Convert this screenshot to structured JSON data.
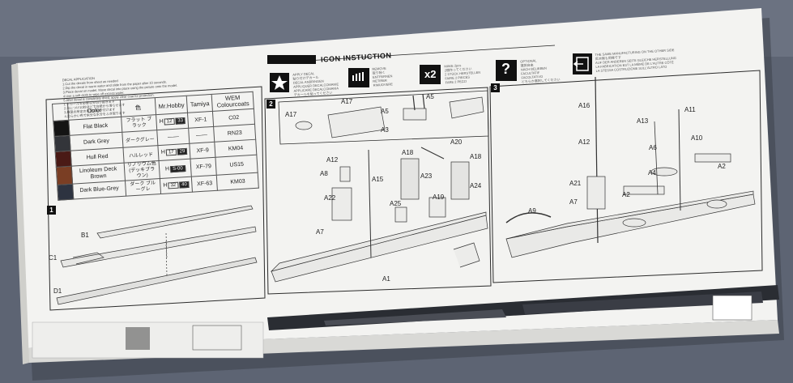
{
  "icon_header": "ICON INSTUCTION",
  "icons": [
    {
      "name": "star-icon",
      "text": "APPLY DECAL\n貼り付けデカール\nDECAL ANBRINGEN\nAPPLIQUER DECALCOMANIE\nAPPLICARE DECALCOMANIA\nデカールを貼ってください"
    },
    {
      "name": "remove-icon",
      "text": "REMOVE\n取り除く\nENTFERNEN\nRETIRER\nRIMUOVERE"
    },
    {
      "name": "x2-icon",
      "label": "x2",
      "text": "MAKE 2pcs\n2個作ってください\n2 STÜCK HERSTELLEN\nFAIRE 2 PIECES\nFARE 2 PEZZI"
    },
    {
      "name": "question-icon",
      "label": "?",
      "text": "OPTIONAL\n選択自由\nNACH BELIEBEN\nFACULTATIF\nFACOLTATIVO\nどちらか選択してください"
    },
    {
      "name": "other-side-icon",
      "text": "THE SAME MANUFACTURING ON THE OTHER SIDE\n反対側も同様です\nAUF DER ANDEREN SEITE GLEICHE HERSTELLUNG\nLA FABRICATION EST LA MÊME DE L'AUTRE CÔTÉ\nLA STESSA COSTRUZIONE SULL'ALTRO LATO"
    }
  ],
  "decal_text": "DECAL APPLICATION\n1.Cut the decals from sheet as needed\n2.Dip the decal in warm water and slide from the paper after 10 seconds.\n3.Place decal on model. Move decal into place using the picture onto the model.\n4.Use a soft cloth to wipe off excess water.\n5.After decal is completely dried, apply clear coat for protection.\n1.デカールを必要な分切り抜きます\n2.水につけ10秒ほどで台紙から滑らせます\n3.模型の所定の位置に貼り付けます\n4.柔らかい布で余分な水分をふき取ります",
  "paint_table": {
    "headers": [
      "Color",
      "色",
      "Mr.Hobby",
      "Tamiya",
      "WEM Colourcoats"
    ],
    "rows": [
      {
        "color": "Flat Black",
        "jp": "フラット ブラック",
        "h": "12",
        "h2": "33",
        "tamiya": "XF-1",
        "wem": "C02",
        "swatch": "#141414"
      },
      {
        "color": "Dark Grey",
        "jp": "ダークグレー",
        "h": "",
        "h2": "",
        "tamiya": "",
        "wem": "RN23",
        "swatch": "#33353a"
      },
      {
        "color": "Hull Red",
        "jp": "ハルレッド",
        "h": "17",
        "h2": "29",
        "tamiya": "XF-9",
        "wem": "KM04",
        "swatch": "#4a1a16"
      },
      {
        "color": "Linoleum Deck Brown",
        "jp": "リノリウム色 (デッキブラウン)",
        "h": "",
        "h2": "S-00",
        "tamiya": "XF-79",
        "wem": "US15",
        "swatch": "#7a3e24"
      },
      {
        "color": "Dark Blue-Grey",
        "jp": "ダーク ブルーグレ",
        "h": "32",
        "h2": "40",
        "tamiya": "XF-63",
        "wem": "KM03",
        "swatch": "#2d3340"
      }
    ]
  },
  "steps": [
    "1",
    "2",
    "3"
  ],
  "parts_step1": [
    "B1",
    "C1",
    "D1"
  ],
  "parts_step2_box": [
    "A17",
    "A17",
    "A5",
    "A5",
    "A3"
  ],
  "parts_step2": [
    "A12",
    "A8",
    "A22",
    "A7",
    "A15",
    "A18",
    "A23",
    "A25",
    "A19",
    "A20",
    "A18",
    "A24",
    "A1"
  ],
  "parts_step3": [
    "A16",
    "A13",
    "A11",
    "A12",
    "A6",
    "A10",
    "A4",
    "A2",
    "A21",
    "A2",
    "A7",
    "A9"
  ],
  "colors": {
    "box": "#f3f3f1",
    "line": "#2b2b2b",
    "shadow": "#6a707d",
    "black": "#141414"
  }
}
